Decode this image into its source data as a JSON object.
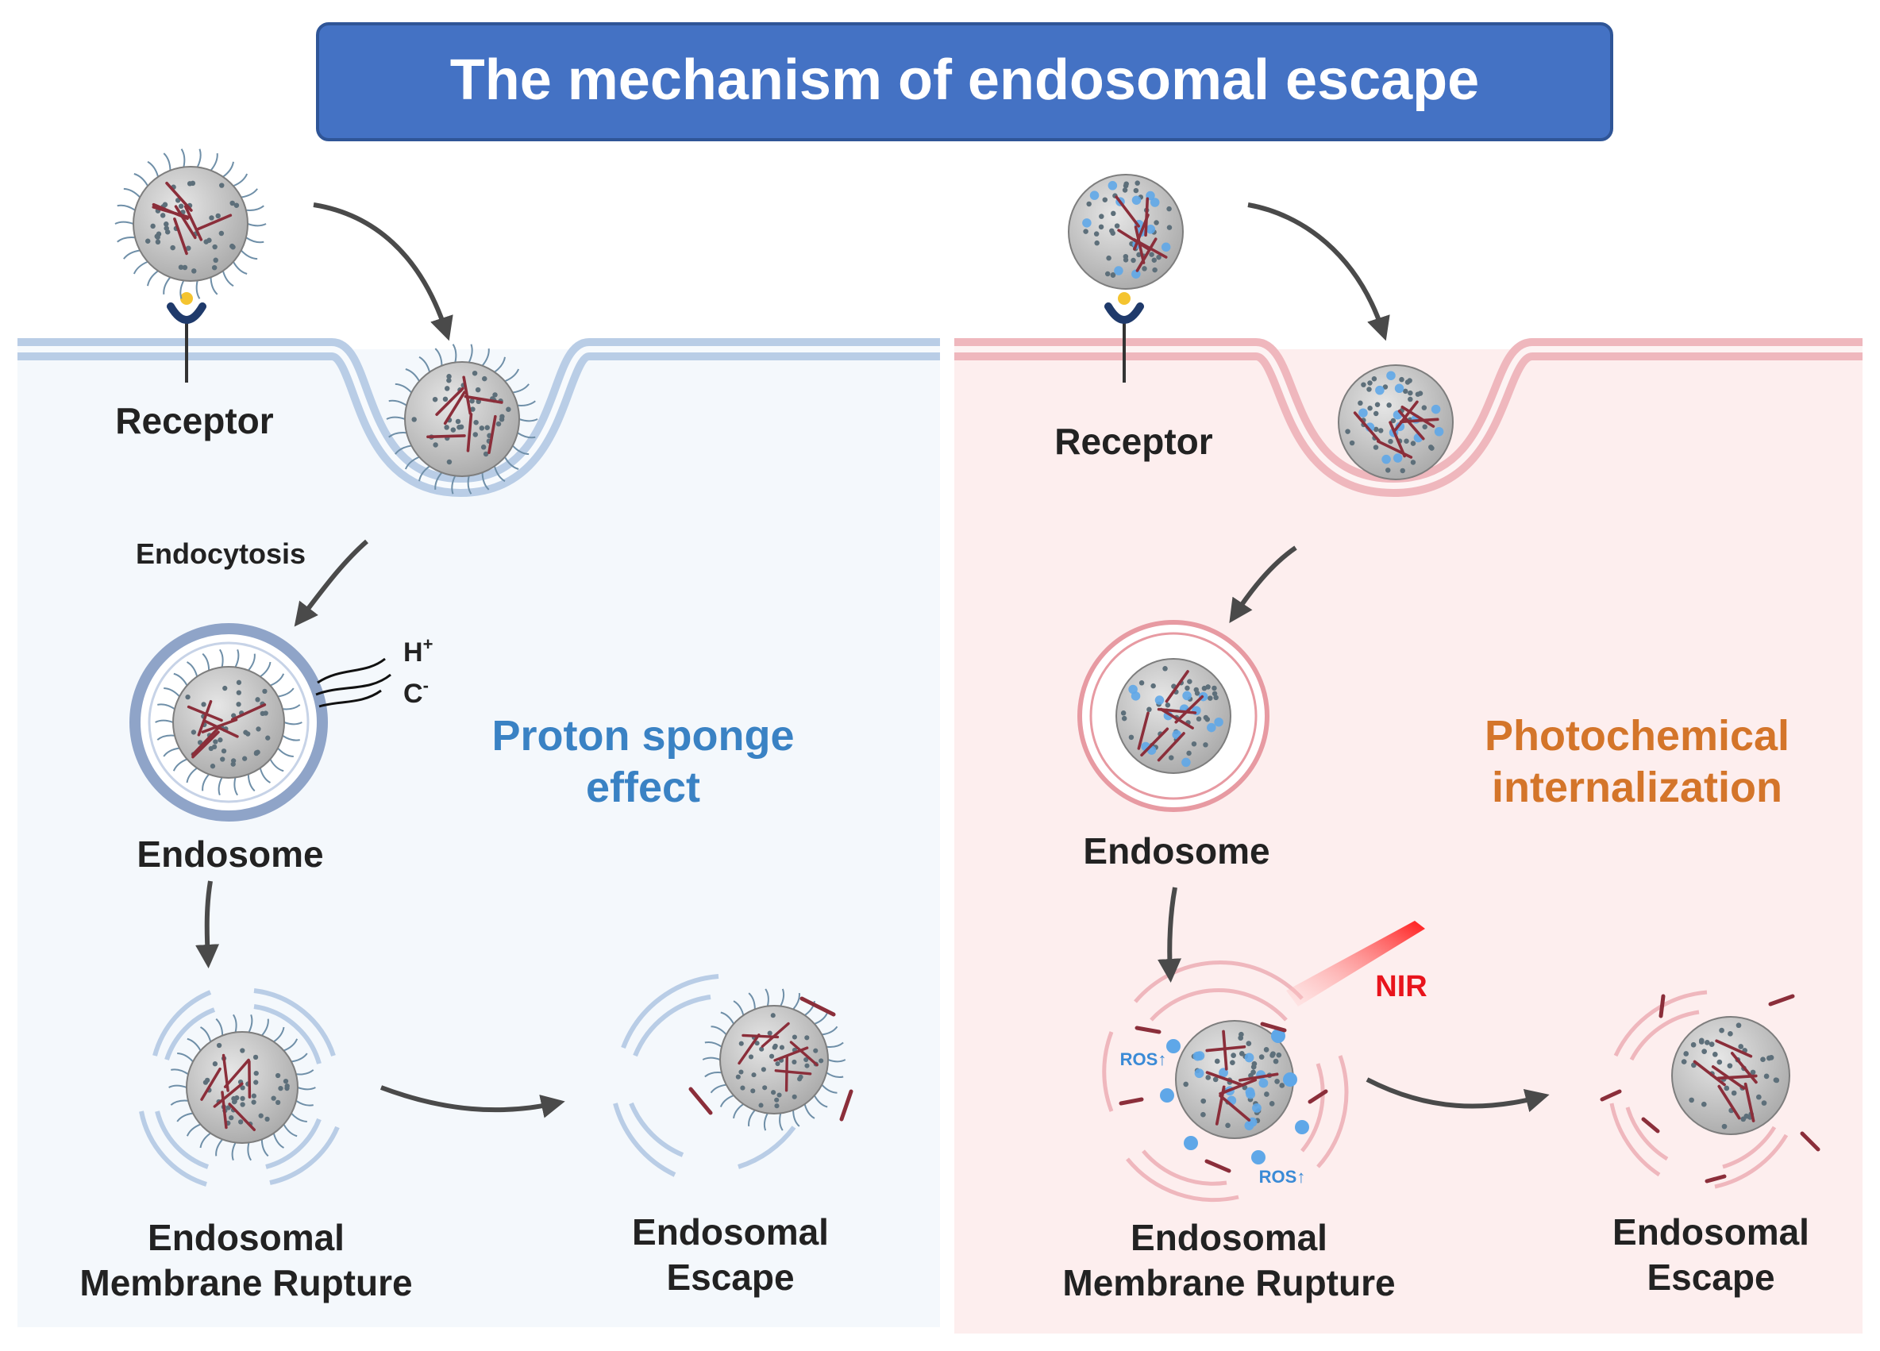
{
  "title": "The mechanism of endosomal escape",
  "left": {
    "receptor_label": "Receptor",
    "endocytosis_label": "Endocytosis",
    "ion_h": "H",
    "ion_h_charge": "+",
    "ion_c": "C",
    "ion_c_charge": "-",
    "endosome_label": "Endosome",
    "mechanism_line1": "Proton sponge",
    "mechanism_line2": "effect",
    "rupture_line1": "Endosomal",
    "rupture_line2": "Membrane Rupture",
    "escape_line1": "Endosomal",
    "escape_line2": "Escape"
  },
  "right": {
    "receptor_label": "Receptor",
    "endosome_label": "Endosome",
    "mechanism_line1": "Photochemical",
    "mechanism_line2": "internalization",
    "nir_label": "NIR",
    "ros_label_1": "ROS↑",
    "ros_label_2": "ROS↑",
    "rupture_line1": "Endosomal",
    "rupture_line2": "Membrane Rupture",
    "escape_line1": "Endosomal",
    "escape_line2": "Escape"
  },
  "colors": {
    "title_bg": "#4472c4",
    "title_text": "#ffffff",
    "left_panel_bg": "#f4f8fc",
    "right_panel_bg": "#fdeeee",
    "left_membrane": "#b9cde6",
    "right_membrane": "#efb7bd",
    "left_mechanism_text": "#3a82c4",
    "right_mechanism_text": "#d4752a",
    "nir_text": "#e8141c",
    "ros_text": "#3a8ad6",
    "label_text": "#222222",
    "arrow": "#4a4a4a"
  }
}
